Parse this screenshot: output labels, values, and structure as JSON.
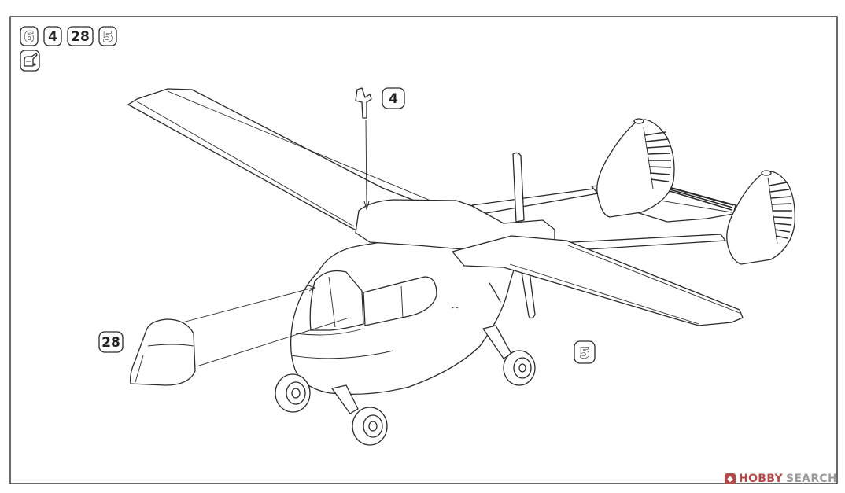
{
  "header_callouts": [
    {
      "label": "6",
      "style": "outline"
    },
    {
      "label": "4",
      "style": "plain"
    },
    {
      "label": "28",
      "style": "plain"
    },
    {
      "label": "5",
      "style": "outline"
    }
  ],
  "glue_icon": "glue-bottle-icon",
  "part_callouts": {
    "propeller": "4",
    "canopy": "28",
    "airframe": "5"
  },
  "watermark": {
    "icon": "hobby-search-logo-icon",
    "brand": "HOBBY",
    "suffix": "SEARCH"
  },
  "colors": {
    "line": "#2a2a2a",
    "background": "#ffffff",
    "watermark_brand": "#b34a4a",
    "watermark_text": "#9a9a9a"
  }
}
